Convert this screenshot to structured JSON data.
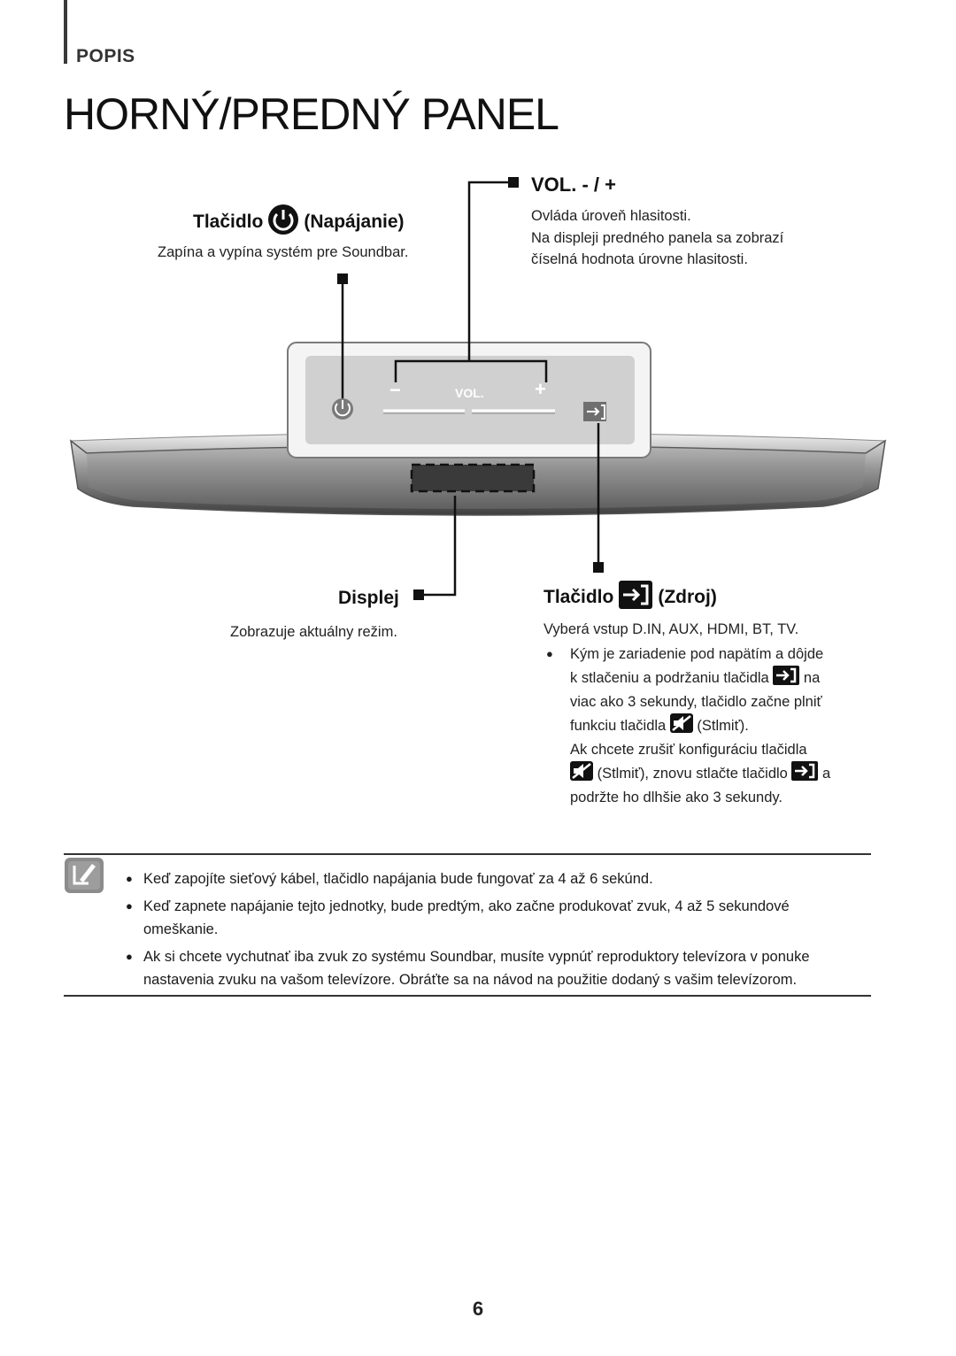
{
  "header": {
    "section_label": "POPIS",
    "title": "HORNÝ/PREDNÝ PANEL"
  },
  "callouts": {
    "power": {
      "prefix": "Tlačidlo",
      "suffix": "(Napájanie)",
      "description": "Zapína a vypína systém pre Soundbar."
    },
    "volume": {
      "title": "VOL. - / +",
      "lines": [
        "Ovláda úroveň hlasitosti.",
        "Na displeji predného panela sa zobrazí",
        "číselná hodnota úrovne hlasitosti."
      ]
    },
    "display": {
      "title": "Displej",
      "description": "Zobrazuje aktuálny režim."
    },
    "source": {
      "prefix": "Tlačidlo",
      "suffix": "(Zdroj)",
      "description": "Vyberá vstup D.IN, AUX, HDMI, BT, TV.",
      "bullet_line1": "Kým je zariadenie pod napätím a dôjde",
      "bullet_line2a": "k stlačeniu a podržaniu tlačidla",
      "bullet_line2b": "na",
      "bullet_line3": "viac ako 3 sekundy, tlačidlo začne plniť",
      "bullet_line4a": "funkciu tlačidla",
      "bullet_line4b": "(Stlmiť).",
      "bullet_line5": "Ak chcete zrušiť konfiguráciu tlačidla",
      "bullet_line6a": "(Stlmiť), znovu stlačte tlačidlo",
      "bullet_line6b": "a",
      "bullet_line7": "podržte ho dlhšie ako 3 sekundy."
    }
  },
  "panel": {
    "vol_label": "VOL.",
    "minus": "−",
    "plus": "+"
  },
  "notes": [
    "Keď zapojíte sieťový kábel, tlačidlo napájania bude fungovať za 4 až 6 sekúnd.",
    "Keď zapnete napájanie tejto jednotky, bude predtým, ako začne produkovať zvuk, 4 až 5 sekundové omeškanie.",
    "Ak si chcete vychutnať iba zvuk zo systému Soundbar, musíte vypnúť reproduktory televízora v ponuke nastavenia zvuku na vašom televízore. Obráťte sa na návod na použitie dodaný s vašim televízorom."
  ],
  "page_number": "6",
  "icons": [
    "power-icon",
    "source-icon",
    "mute-icon",
    "note-icon"
  ]
}
